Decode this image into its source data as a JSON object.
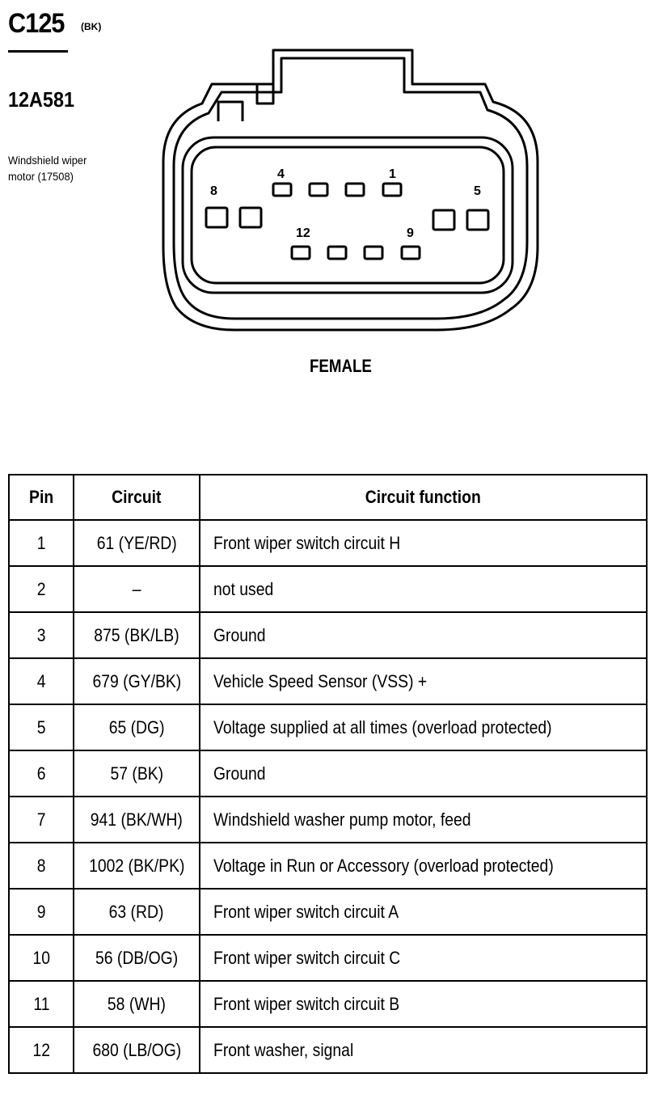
{
  "connector": {
    "id": "C125",
    "color": "(BK)",
    "part_number": "12A581",
    "description_line1": "Windshield wiper",
    "description_line2": "motor (17508)",
    "gender": "FEMALE",
    "pin_labels": {
      "p1": "1",
      "p4": "4",
      "p5": "5",
      "p8": "8",
      "p9": "9",
      "p12": "12"
    }
  },
  "table": {
    "headers": [
      "Pin",
      "Circuit",
      "Circuit function"
    ],
    "rows": [
      {
        "pin": "1",
        "circuit": "61 (YE/RD)",
        "function": "Front wiper switch circuit H"
      },
      {
        "pin": "2",
        "circuit": "–",
        "function": "not used"
      },
      {
        "pin": "3",
        "circuit": "875 (BK/LB)",
        "function": "Ground"
      },
      {
        "pin": "4",
        "circuit": "679 (GY/BK)",
        "function": "Vehicle Speed Sensor (VSS) +"
      },
      {
        "pin": "5",
        "circuit": "65 (DG)",
        "function": "Voltage supplied at all times (overload protected)"
      },
      {
        "pin": "6",
        "circuit": "57 (BK)",
        "function": "Ground"
      },
      {
        "pin": "7",
        "circuit": "941 (BK/WH)",
        "function": "Windshield washer pump motor, feed"
      },
      {
        "pin": "8",
        "circuit": "1002 (BK/PK)",
        "function": "Voltage in Run or Accessory (overload protected)"
      },
      {
        "pin": "9",
        "circuit": "63 (RD)",
        "function": "Front wiper switch circuit A"
      },
      {
        "pin": "10",
        "circuit": "56 (DB/OG)",
        "function": "Front wiper switch circuit C"
      },
      {
        "pin": "11",
        "circuit": "58 (WH)",
        "function": "Front wiper switch circuit B"
      },
      {
        "pin": "12",
        "circuit": "680 (LB/OG)",
        "function": "Front washer, signal"
      }
    ]
  }
}
